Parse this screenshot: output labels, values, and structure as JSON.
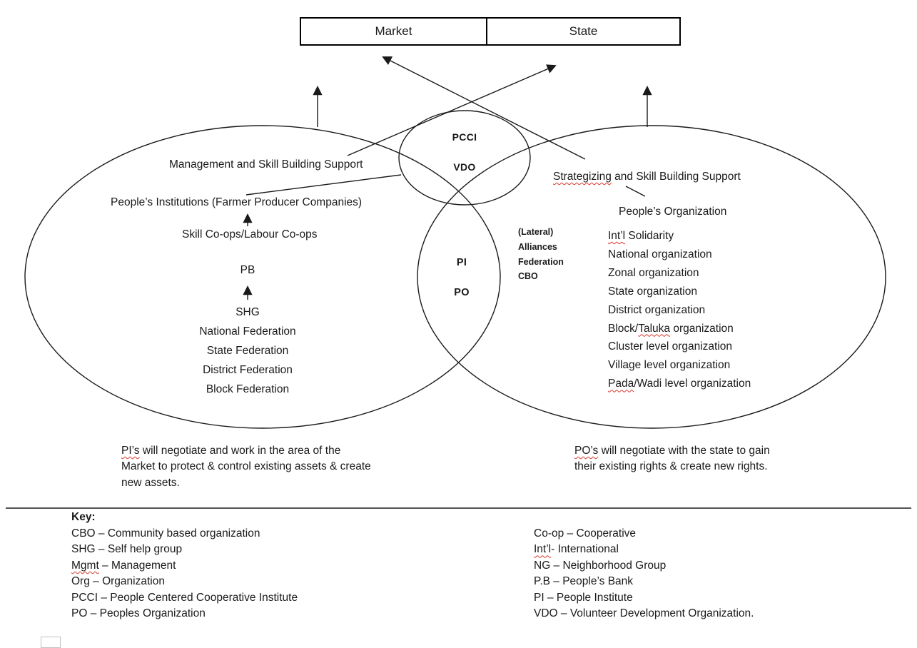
{
  "top_boxes": {
    "market": "Market",
    "state": "State"
  },
  "small_circle": {
    "line1": "PCCI",
    "line2": "VDO"
  },
  "lens": {
    "line1": "PI",
    "line2": "PO"
  },
  "lateral_block": [
    "(Lateral)",
    "Alliances",
    "Federation",
    "CBO"
  ],
  "left_ellipse": {
    "support_label": "Management and Skill Building Support",
    "institutions_label": "People’s Institutions (Farmer Producer Companies)",
    "coops_label": "Skill Co-ops/Labour Co-ops",
    "pb_label": "PB",
    "stack": [
      "SHG",
      "National Federation",
      "State Federation",
      "District Federation",
      "Block Federation"
    ]
  },
  "right_ellipse": {
    "support_label": {
      "mark": "Strategizing",
      "post": " and Skill Building Support"
    },
    "org_label": "People’s Organization",
    "list": [
      {
        "mark": "Int’l",
        "post": " Solidarity"
      },
      "National organization",
      "Zonal organization",
      "State organization",
      "District organization",
      {
        "pre": "Block/",
        "mark": "Taluka",
        "post": " organization"
      },
      "Cluster level organization",
      "Village level organization",
      {
        "mark": "Pada",
        "post": "/Wadi level organization"
      }
    ]
  },
  "paragraphs": {
    "left": [
      {
        "mark": "PI’s",
        "post": " will negotiate and work in the area of the"
      },
      "Market to protect & control existing assets & create",
      "new assets."
    ],
    "right": [
      {
        "mark": "PO’s",
        "post": " will negotiate with the state to gain"
      },
      "their existing rights & create new rights."
    ]
  },
  "key": {
    "title": "Key:",
    "left": [
      "CBO – Community based organization",
      "SHG – Self help group",
      {
        "mark": "Mgmt",
        "post": " – Management"
      },
      "Org – Organization",
      "PCCI – People Centered Cooperative Institute",
      "PO – Peoples Organization"
    ],
    "right": [
      "Co-op – Cooperative",
      {
        "mark": "Int’l",
        "post": "- International"
      },
      "NG – Neighborhood Group",
      "P.B – People’s Bank",
      "PI – People Institute",
      "VDO – Volunteer Development Organization."
    ]
  },
  "colors": {
    "ink": "#1a1a1a",
    "squiggle": "#d83a2e"
  }
}
